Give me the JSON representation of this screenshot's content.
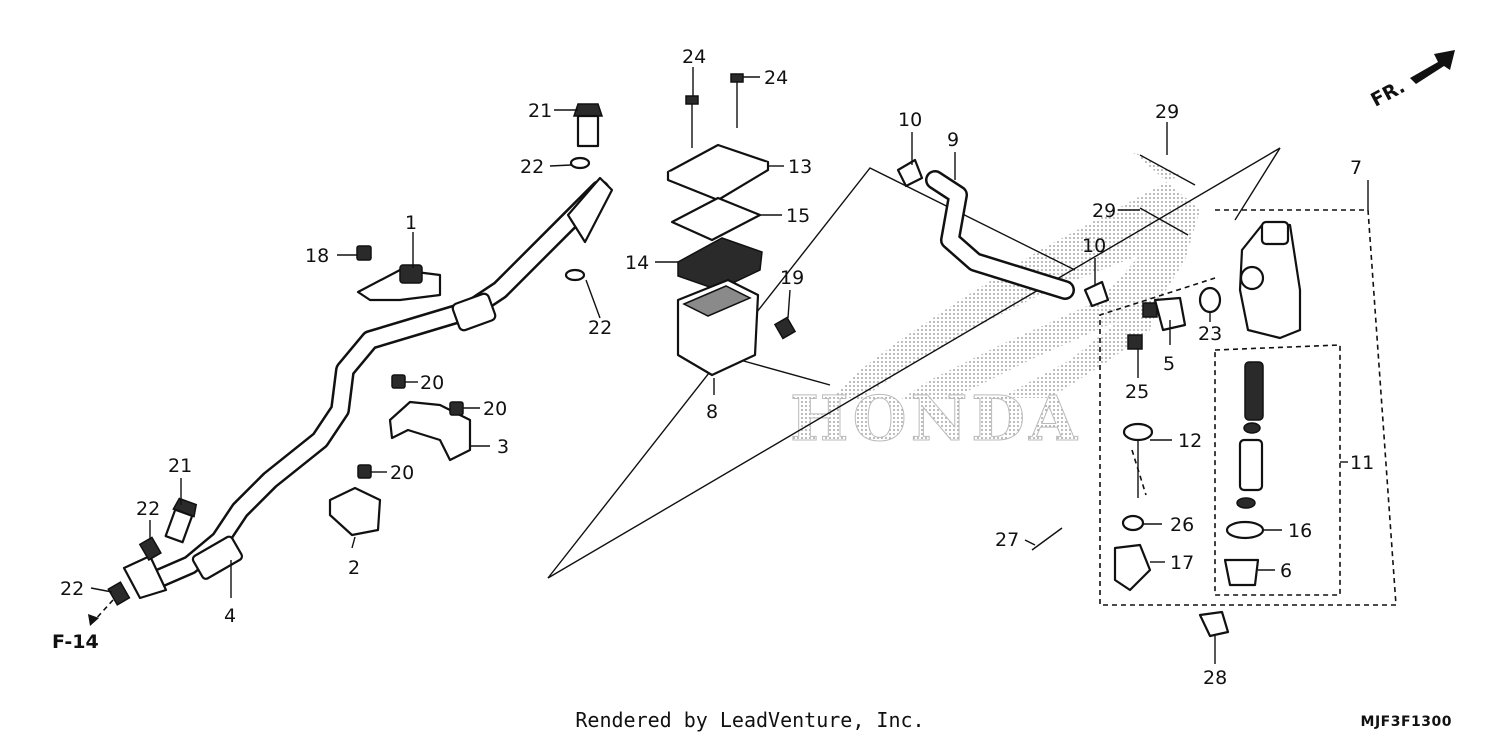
{
  "diagram": {
    "direction_label": "FR.",
    "ref_label": "F-14",
    "watermark": "HONDA",
    "callouts": [
      {
        "id": "c1",
        "text": "1"
      },
      {
        "id": "c2",
        "text": "2"
      },
      {
        "id": "c3",
        "text": "3"
      },
      {
        "id": "c4",
        "text": "4"
      },
      {
        "id": "c5",
        "text": "5"
      },
      {
        "id": "c6",
        "text": "6"
      },
      {
        "id": "c7",
        "text": "7"
      },
      {
        "id": "c8",
        "text": "8"
      },
      {
        "id": "c9",
        "text": "9"
      },
      {
        "id": "c10a",
        "text": "10"
      },
      {
        "id": "c10b",
        "text": "10"
      },
      {
        "id": "c11",
        "text": "11"
      },
      {
        "id": "c12",
        "text": "12"
      },
      {
        "id": "c13",
        "text": "13"
      },
      {
        "id": "c14",
        "text": "14"
      },
      {
        "id": "c15",
        "text": "15"
      },
      {
        "id": "c16",
        "text": "16"
      },
      {
        "id": "c17",
        "text": "17"
      },
      {
        "id": "c18",
        "text": "18"
      },
      {
        "id": "c19",
        "text": "19"
      },
      {
        "id": "c20a",
        "text": "20"
      },
      {
        "id": "c20b",
        "text": "20"
      },
      {
        "id": "c20c",
        "text": "20"
      },
      {
        "id": "c21a",
        "text": "21"
      },
      {
        "id": "c21b",
        "text": "21"
      },
      {
        "id": "c22a",
        "text": "22"
      },
      {
        "id": "c22b",
        "text": "22"
      },
      {
        "id": "c22c",
        "text": "22"
      },
      {
        "id": "c22d",
        "text": "22"
      },
      {
        "id": "c23",
        "text": "23"
      },
      {
        "id": "c24a",
        "text": "24"
      },
      {
        "id": "c24b",
        "text": "24"
      },
      {
        "id": "c25",
        "text": "25"
      },
      {
        "id": "c26",
        "text": "26"
      },
      {
        "id": "c27",
        "text": "27"
      },
      {
        "id": "c28",
        "text": "28"
      },
      {
        "id": "c29a",
        "text": "29"
      },
      {
        "id": "c29b",
        "text": "29"
      }
    ]
  },
  "footer": {
    "caption": "Rendered by LeadVenture, Inc.",
    "diagram_code": "MJF3F1300"
  }
}
